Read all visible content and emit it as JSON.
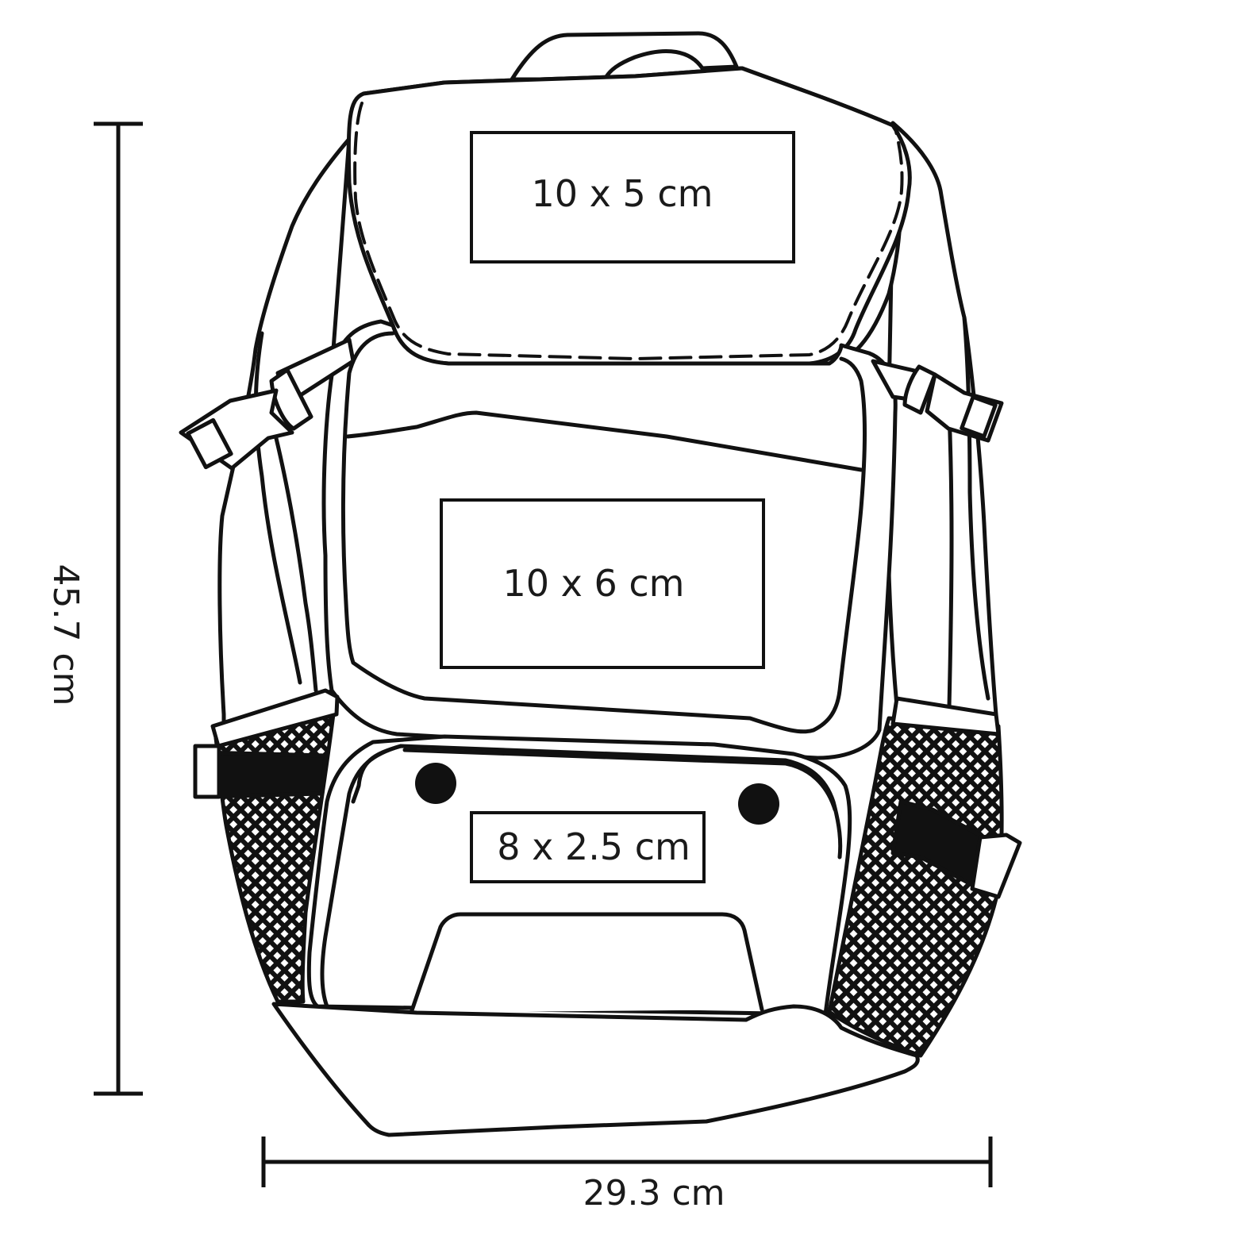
{
  "diagram": {
    "subject_icon": "backpack-line-drawing",
    "stroke_color": "#111111",
    "background_color": "#ffffff",
    "dimensions": {
      "height_label": "45.7 cm",
      "width_label": "29.3 cm"
    },
    "print_areas": [
      {
        "id": "top-flap",
        "label": "10 x 5 cm"
      },
      {
        "id": "front-panel",
        "label": "10 x 6 cm"
      },
      {
        "id": "lower-pocket",
        "label": "8 x 2.5 cm"
      }
    ]
  }
}
